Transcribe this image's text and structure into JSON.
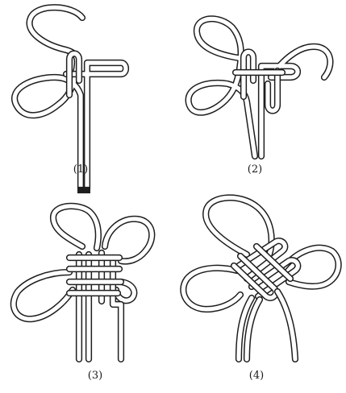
{
  "figure": {
    "panels": [
      {
        "caption": "(1)"
      },
      {
        "caption": "(2)"
      },
      {
        "caption": "(3)"
      },
      {
        "caption": "(4)"
      }
    ],
    "colors": {
      "cord_outline": "#1e1e1e",
      "cord_fill": "#ffffff",
      "background": "#ffffff"
    }
  }
}
